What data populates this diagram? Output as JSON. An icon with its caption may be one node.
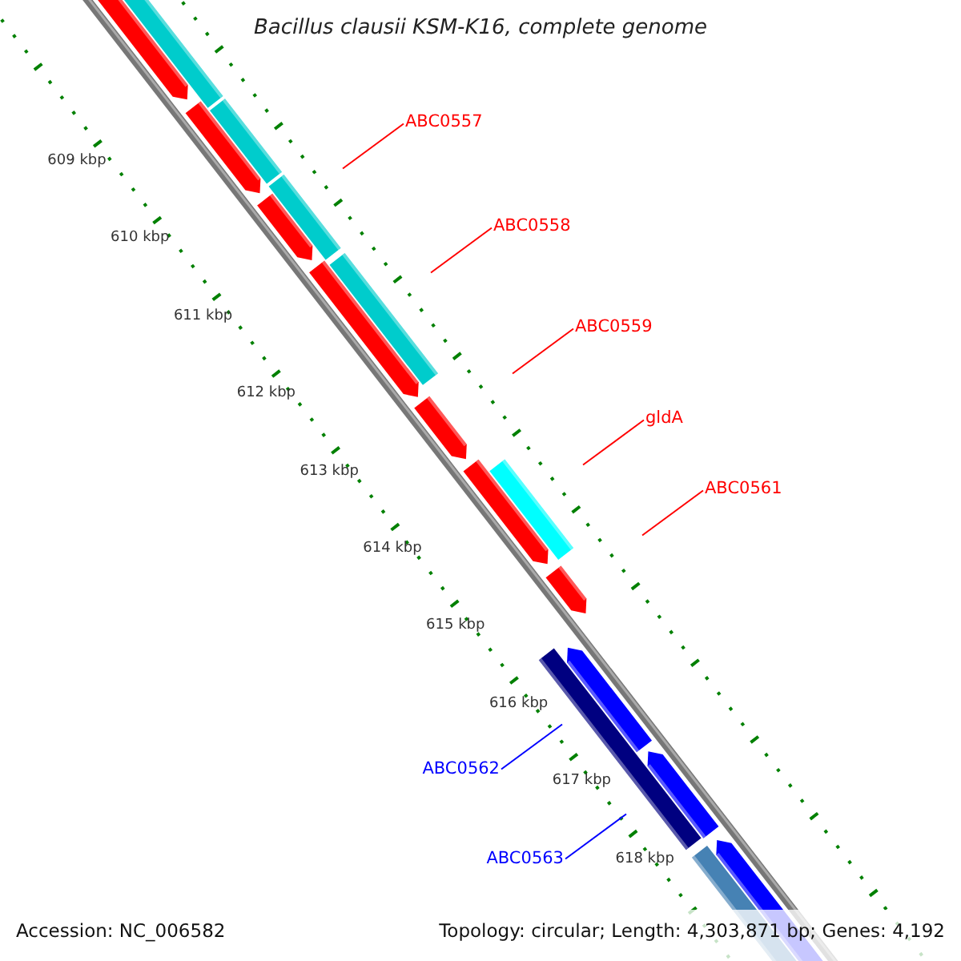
{
  "diagram": {
    "title": "Bacillus clausii KSM-K16, complete genome",
    "nodes": [
      {
        "text": [
          "ABC0557"
        ]
      },
      {
        "text": [
          "ABC0558"
        ]
      },
      {
        "text": [
          "ABC0559"
        ]
      },
      {
        "text": [
          "gldA"
        ]
      },
      {
        "text": [
          "ABC0561"
        ]
      },
      {
        "text": [
          "ABC0562"
        ]
      },
      {
        "text": [
          "ABC0563"
        ]
      }
    ],
    "edges": [
      {
        "from": 0,
        "to": null,
        "arrow": "none"
      },
      {
        "from": 1,
        "to": null,
        "arrow": "none"
      },
      {
        "from": 2,
        "to": null,
        "arrow": "none"
      },
      {
        "from": 3,
        "to": null,
        "arrow": "none"
      },
      {
        "from": 4,
        "to": null,
        "arrow": "none"
      },
      {
        "from": 5,
        "to": null,
        "arrow": "none",
        "color": "#0000ff"
      },
      {
        "from": 6,
        "to": null,
        "arrow": "none",
        "color": "#0000ff"
      }
    ],
    "labels": [
      "609 kbp",
      "610 kbp",
      "611 kbp",
      "612 kbp",
      "613 kbp",
      "614 kbp",
      "615 kbp",
      "616 kbp",
      "617 kbp",
      "618 kbp",
      "Accession: NC_006582",
      "Topology: circular; Length: 4,303,871 bp; Genes: 4,192"
    ]
  }
}
